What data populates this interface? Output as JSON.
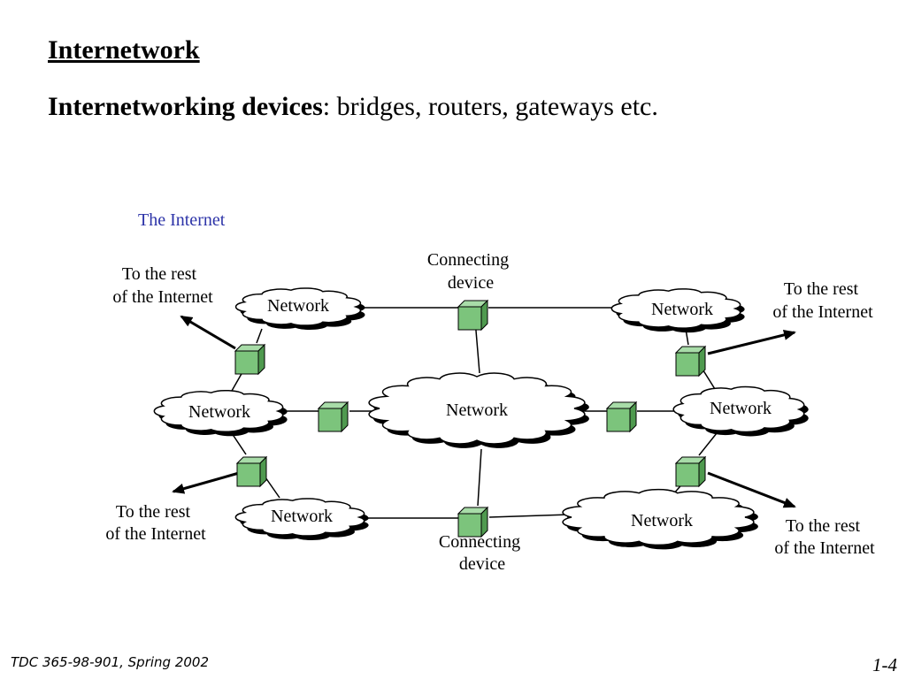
{
  "slide": {
    "title": "Internetwork",
    "subtitle_bold": "Internetworking devices",
    "subtitle_rest": ": bridges, routers, gateways etc.",
    "footer_left": "TDC 365-98-901, Spring 2002",
    "footer_right": "1-4"
  },
  "diagram": {
    "caption": "The Internet",
    "network_label": "Network",
    "connecting_device_line1": "Connecting",
    "connecting_device_line2": "device",
    "rest_line1": "To the rest",
    "rest_line2": "of the Internet",
    "colors": {
      "device_fill": "#7cc47c",
      "device_top": "#a8dca8",
      "device_side": "#4f9a4f",
      "caption": "#2d34a8"
    }
  }
}
